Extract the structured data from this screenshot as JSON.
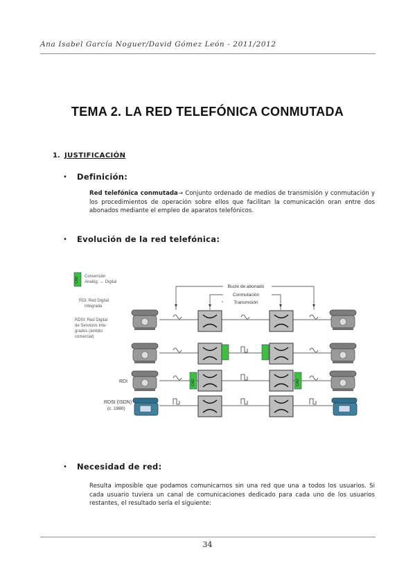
{
  "header": {
    "author_line": "Ana Isabel García Noguer/David Gómez León - 2011/2012"
  },
  "title": "TEMA 2. LA RED TELEFÓNICA CONMUTADA",
  "section": {
    "number": "1.",
    "title": "JUSTIFICACIÓN"
  },
  "bullet_glyph": "•",
  "definicion": {
    "heading": "Definición:",
    "term": "Red telefónica conmutada",
    "arrow": "→",
    "text": " Conjunto ordenado de medios de transmisión y conmutación y los procedimientos de operación sobre ellos que facilitan la comunicación oran entre dos abonados mediante el empleo de aparatos telefónicos."
  },
  "evolucion": {
    "heading": "Evolución de la red telefónica:"
  },
  "figure": {
    "legend_cad_box": "CAD",
    "legend_cad_label_1": "Conversión",
    "legend_cad_label_2": "Analóg. ↔ Digital",
    "legend_idi_1": "RDI: Red Digital",
    "legend_idi_2": "Integrada",
    "legend_rdsi_1": "RDSI: Red Digital",
    "legend_rdsi_2": "de Servicios Inte-",
    "legend_rdsi_3": "grados (ámbito",
    "legend_rdsi_4": "comercial)",
    "label_bucle": "Bucle de abonado",
    "label_conmutacion": "Conmutación",
    "label_transmision": "Transmisión",
    "row_label_rdi": "RDI",
    "row_label_rdsi_1": "RDSI (ISDN)",
    "row_label_rdsi_2": "(c. 1980)",
    "cad_label": "CAD"
  },
  "necesidad": {
    "heading": "Necesidad de red:",
    "text": "Resulta imposible que podamos comunicarnos sin una red que una a todos los usuarios. Si cada usuario tuviera un canal de comunicaciones dedicado para cada uno de los usuarios restantes, el resultado sería el siguiente:"
  },
  "footer": {
    "page_number": "34"
  },
  "colors": {
    "cad_green": "#3fbf3f",
    "switch_gray": "#bdbdbd",
    "rule_gray": "#8c8c8c"
  }
}
